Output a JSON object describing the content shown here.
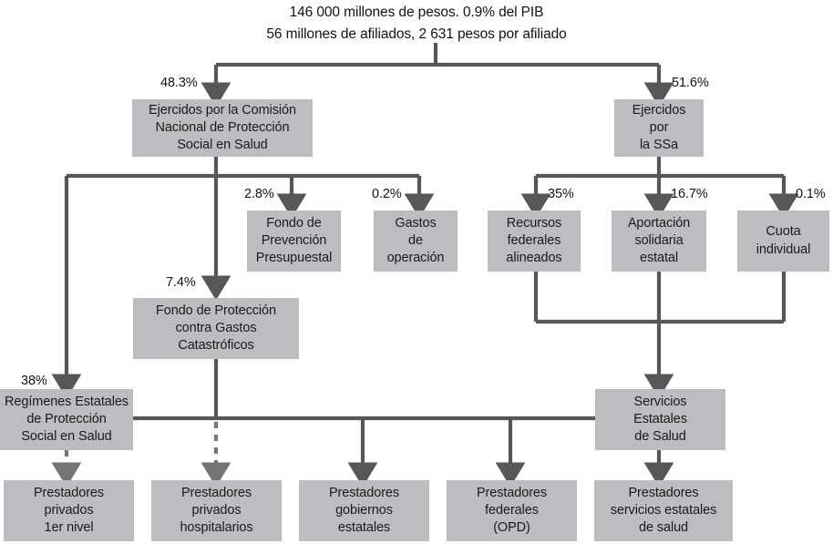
{
  "diagram": {
    "title_lines": [
      "146 000 millones de pesos. 0.9% del PIB",
      "56 millones de afiliados, 2 631 pesos por afiliado"
    ],
    "colors": {
      "node_fill": "#bcbdc0",
      "connector": "#555759",
      "text": "#1a1a1a",
      "background": "#ffffff"
    },
    "nodes": [
      {
        "id": "cnpss",
        "lines": [
          "Ejercidos por la Comisión",
          "Nacional de Protección",
          "Social en Salud"
        ],
        "percent": "48.3%"
      },
      {
        "id": "ssa",
        "lines": [
          "Ejercidos",
          "por",
          "la SSa"
        ],
        "percent": "51.6%"
      },
      {
        "id": "fondo-prevencion",
        "lines": [
          "Fondo de",
          "Prevención",
          "Presupuestal"
        ],
        "percent": "2.8%"
      },
      {
        "id": "gastos-operacion",
        "lines": [
          "Gastos",
          "de",
          "operación"
        ],
        "percent": "0.2%"
      },
      {
        "id": "recursos-federales",
        "lines": [
          "Recursos",
          "federales",
          "alineados"
        ],
        "percent": "35%"
      },
      {
        "id": "aportacion-solidaria",
        "lines": [
          "Aportación",
          "solidaria",
          "estatal"
        ],
        "percent": "16.7%"
      },
      {
        "id": "cuota-individual",
        "lines": [
          "Cuota",
          "individual"
        ],
        "percent": "0.1%"
      },
      {
        "id": "fondo-catastroficos",
        "lines": [
          "Fondo de Protección",
          "contra Gastos",
          "Catastróficos"
        ],
        "percent": "7.4%"
      },
      {
        "id": "regimenes-estatales",
        "lines": [
          "Regímenes Estatales",
          "de Protección",
          "Social en Salud"
        ],
        "percent": "38%"
      },
      {
        "id": "servicios-estatales",
        "lines": [
          "Servicios",
          "Estatales",
          "de Salud"
        ],
        "percent": ""
      },
      {
        "id": "prestadores-privados-1er",
        "lines": [
          "Prestadores",
          "privados",
          "1er nivel"
        ],
        "percent": ""
      },
      {
        "id": "prestadores-privados-hosp",
        "lines": [
          "Prestadores",
          "privados",
          "hospitalarios"
        ],
        "percent": ""
      },
      {
        "id": "prestadores-gobiernos",
        "lines": [
          "Prestadores",
          "gobiernos",
          "estatales"
        ],
        "percent": ""
      },
      {
        "id": "prestadores-federales",
        "lines": [
          "Prestadores",
          "federales",
          "(OPD)"
        ],
        "percent": ""
      },
      {
        "id": "prestadores-servicios",
        "lines": [
          "Prestadores",
          "servicios estatales",
          "de salud"
        ],
        "percent": ""
      }
    ]
  }
}
